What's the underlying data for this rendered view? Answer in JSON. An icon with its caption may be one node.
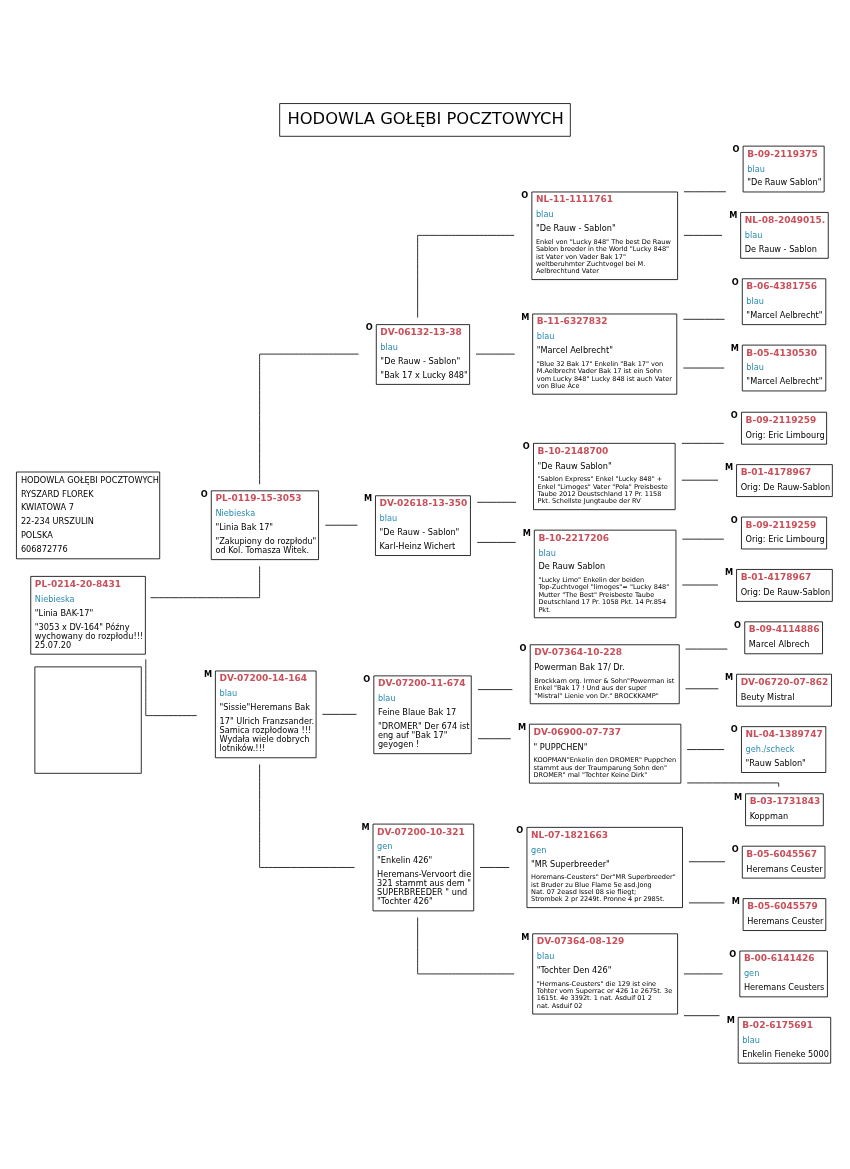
{
  "diagram": {
    "title": "HODOWLA GOŁĘBI POCZTOWYCH",
    "nodes": [
      {
        "text": [],
        "shape": "box"
      },
      {
        "text": [
          "PL-0214-20-8431",
          "Niebieska",
          "\"Linia BAK-17\"",
          "\"3053 x DV-164\" Późny wychowany do rozpłodu!!! 25.07.20"
        ]
      },
      {
        "text": [
          "PL-0119-15-3053",
          "Niebieska",
          "\"Linia Bak 17\"",
          "\"Zakupiony do rozpłodu\" od Kol. Tomasza Witek."
        ],
        "beside": [
          "O"
        ]
      },
      {
        "text": [
          "DV-07200-14-164",
          "blau",
          "\"Sissie\"Heremans Bak",
          "17\" Ulrich Franzsander. Samica rozpłodowa !!! Wydała wiele dobrych lotników.!!!"
        ],
        "beside": [
          "M"
        ]
      },
      {
        "text": [
          "DV-06132-13-38",
          "blau",
          "\"De Rauw - Sablon\"",
          "\"Bak 17 x Lucky 848\""
        ],
        "beside": [
          "O"
        ]
      },
      {
        "text": [
          "DV-02618-13-350",
          "blau",
          "\"De Rauw - Sablon\"",
          "Karl-Heinz Wichert"
        ],
        "beside": [
          "M"
        ]
      },
      {
        "text": [
          "DV-07200-11-674",
          "blau",
          "Feine Blaue Bak 17",
          "\"DROMER\" Der 674 ist eng auf \"Bak 17\" geyogen !"
        ],
        "beside": [
          "O"
        ]
      },
      {
        "text": [
          "DV-07200-10-321",
          "gen",
          "\"Enkelin 426\"",
          "Heremans-Vervoort die 321 stammt aus dem \" SUPERBREEDER \" und \"Tochter 426\""
        ],
        "beside": [
          "M"
        ]
      },
      {
        "text": [
          "NL-11-1111761",
          "blau",
          "\"De Rauw - Sablon\"",
          "Enkel von \"Lucky 848\" The best De Rauw Sablon breeder in the World \"Lucky 848\" ist Vater von Vader Bak 17\" weltberuhmter Zuchtvogel bei M. Aelbrechtund Vater"
        ],
        "beside": [
          "O"
        ]
      },
      {
        "text": [
          "B-11-6327832",
          "blau",
          "\"Marcel Aelbrecht\"",
          "\"Blue 32 Bak 17\" Enkelin \"Bak 17\" von M.Aelbrecht Vader Bak 17 ist ein Sohn vom Lucky 848\" Lucky 848 ist auch Vater von Blue Ace"
        ],
        "beside": [
          "M"
        ]
      },
      {
        "text": [
          "B-10-2148700",
          "\"De Rauw Sablon\"",
          "\"Sablon Express\" Enkel \"Lucky 848\" + Enkel \"Limoges\" Vater \"Pola\" Preisbeste Taube 2012 Deustschland 17 Pr. 1158 Pkt. Schellste Jungtaube der RV"
        ],
        "beside": [
          "O"
        ]
      },
      {
        "text": [
          "B-10-2217206",
          "blau",
          "De Rauw Sablon",
          "\"Lucky Limo\" Enkelin der beiden Top-Zuchtvogel \"limoges\"= \"Lucky 848\" Mutter \"The Best\" Preisbeste Taube Deutschland 17 Pr. 1058 Pkt. 14 Pr.854 Pkt."
        ],
        "beside": [
          "M"
        ]
      },
      {
        "text": [
          "DV-07364-10-228",
          "Powerman Bak 17/ Dr.",
          "Brockkam org. Irmer & Sohn\"Powerman ist Enkel \"Bak 17 ! Und aus der super \"Mistral\" Lienie von Dr.\" BROCKKAMP\""
        ],
        "beside": [
          "O"
        ]
      },
      {
        "text": [
          "DV-06900-07-737",
          "\" PUPPCHEN\"",
          "KOOPMAN\"Enkelin den DROMER\" Puppchen stammt aus der Traumparung Sohn den\" DROMER\" mal \"Tochter Keine Dirk\""
        ],
        "beside": [
          "M"
        ]
      },
      {
        "text": [
          "NL-07-1821663",
          "gen",
          "\"MR Superbreeder\"",
          "Horemans-Ceusters\" Der\"MR Superbreeder\" ist Bruder zu Blue Flame 5e asd.Jong Nat. 07 2easd Issel 08 sie fliegt; Strombek 2 pr 2249t. Pronne 4 pr 2985t."
        ],
        "beside": [
          "O"
        ]
      },
      {
        "text": [
          "DV-07364-08-129",
          "blau",
          "\"Tochter Den 426\"",
          "\"Hermans-Ceusters\" die 129 ist eine Tohter vom Superrac er 426 1e 2675t. 3e 1615t. 4e 3392t. 1 nat. Asduif 01 2 nat. Asduif 02"
        ],
        "beside": [
          "M"
        ]
      },
      {
        "text": [
          "B-09-2119375",
          "blau",
          "\"De Rauw Sablon\""
        ],
        "beside": [
          "O"
        ]
      },
      {
        "text": [
          "NL-08-2049015.",
          "blau",
          "De Rauw - Sablon"
        ],
        "beside": [
          "M"
        ]
      },
      {
        "text": [
          "B-06-4381756",
          "blau",
          "\"Marcel Aelbrecht\""
        ],
        "beside": [
          "O"
        ]
      },
      {
        "text": [
          "B-05-4130530",
          "blau",
          "\"Marcel Aelbrecht\""
        ],
        "beside": [
          "M"
        ]
      },
      {
        "text": [
          "B-09-2119259",
          "Orig: Eric Limbourg"
        ],
        "beside": [
          "O"
        ]
      },
      {
        "text": [
          "B-01-4178967",
          "Orig: De Rauw-Sablon"
        ],
        "beside": [
          "M"
        ]
      },
      {
        "text": [
          "B-09-2119259",
          "Orig: Eric Limbourg"
        ],
        "beside": [
          "O"
        ]
      },
      {
        "text": [
          "B-01-4178967",
          "Orig: De Rauw-Sablon"
        ],
        "beside": [
          "M"
        ]
      },
      {
        "text": [
          "B-09-4114886",
          "Marcel Albrech"
        ],
        "beside": [
          "O"
        ]
      },
      {
        "text": [
          "DV-06720-07-862",
          "Beuty Mistral"
        ],
        "beside": [
          "M"
        ]
      },
      {
        "text": [
          "NL-04-1389747",
          "geh./scheck",
          "\"Rauw Sablon\""
        ],
        "beside": [
          "O"
        ]
      },
      {
        "text": [
          "B-03-1731843",
          "Koppman"
        ],
        "beside": [
          "M"
        ]
      },
      {
        "text": [
          "B-05-6045567",
          "Heremans Ceuster"
        ],
        "beside": [
          "O"
        ]
      },
      {
        "text": [
          "B-05-6045579",
          "Heremans Ceuster"
        ],
        "beside": [
          "M"
        ]
      },
      {
        "text": [
          "B-00-6141426",
          "gen",
          "Heremans Ceusters"
        ],
        "beside": [
          "O"
        ]
      },
      {
        "text": [
          "B-02-6175691",
          "blau",
          "Enkelin Fieneke 5000"
        ],
        "beside": [
          "M"
        ]
      },
      {
        "text": [
          "HODOWLA GOŁĘBI POCZTOWYCH",
          "RYSZARD FLOREK",
          "KWIATOWA 7",
          "22-234 URSZULIN",
          "POLSKA",
          "606872776"
        ]
      }
    ],
    "edges": [
      {
        "from": 1,
        "to": 2,
        "arrow": "none"
      },
      {
        "from": 1,
        "to": 3,
        "arrow": "none"
      },
      {
        "from": 2,
        "to": 4,
        "arrow": "none"
      },
      {
        "from": 2,
        "to": 5,
        "arrow": "none"
      },
      {
        "from": 3,
        "to": 6,
        "arrow": "none"
      },
      {
        "from": 3,
        "to": 7,
        "arrow": "none"
      },
      {
        "from": 4,
        "to": 8,
        "arrow": "none"
      },
      {
        "from": 4,
        "to": 9,
        "arrow": "none"
      },
      {
        "from": 5,
        "to": 10,
        "arrow": "none"
      },
      {
        "from": 5,
        "to": 11,
        "arrow": "none"
      },
      {
        "from": 6,
        "to": 12,
        "arrow": "none"
      },
      {
        "from": 6,
        "to": 13,
        "arrow": "none"
      },
      {
        "from": 7,
        "to": 14,
        "arrow": "none"
      },
      {
        "from": 7,
        "to": 15,
        "arrow": "none"
      },
      {
        "from": 8,
        "to": 16,
        "arrow": "none"
      },
      {
        "from": 8,
        "to": 17,
        "arrow": "none"
      },
      {
        "from": 9,
        "to": 18,
        "arrow": "none"
      },
      {
        "from": 9,
        "to": 19,
        "arrow": "none"
      },
      {
        "from": 10,
        "to": 20,
        "arrow": "none"
      },
      {
        "from": 10,
        "to": 21,
        "arrow": "none"
      },
      {
        "from": 11,
        "to": 22,
        "arrow": "none"
      },
      {
        "from": 11,
        "to": 23,
        "arrow": "none"
      },
      {
        "from": 12,
        "to": 24,
        "arrow": "none"
      },
      {
        "from": 12,
        "to": 25,
        "arrow": "none"
      },
      {
        "from": 13,
        "to": 26,
        "arrow": "none"
      },
      {
        "from": 13,
        "to": 27,
        "arrow": "none"
      },
      {
        "from": 14,
        "to": 28,
        "arrow": "none"
      },
      {
        "from": 14,
        "to": 29,
        "arrow": "none"
      },
      {
        "from": 15,
        "to": 30,
        "arrow": "none"
      },
      {
        "from": 15,
        "to": 31,
        "arrow": "none"
      }
    ]
  }
}
